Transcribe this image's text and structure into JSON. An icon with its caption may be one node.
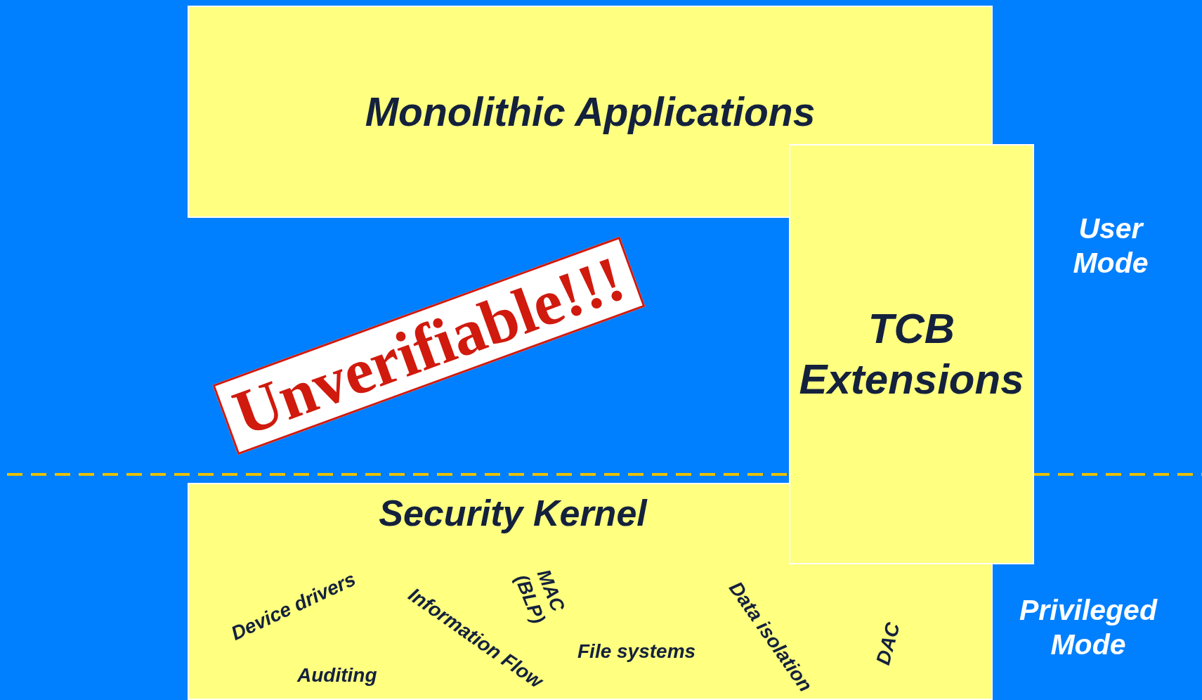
{
  "diagram": {
    "nodes": [
      {
        "text": [
          "Monolithic Applications"
        ]
      },
      {
        "text": [
          "TCB Extensions"
        ]
      },
      {
        "text": [
          "Security Kernel"
        ]
      }
    ],
    "labels": [
      "User Mode",
      "Unverifiable!!!",
      "Privileged Mode",
      "MAC (BLP)",
      "Device drivers",
      "Data isolation",
      "DAC",
      "Information Flow",
      "File systems",
      "Auditing"
    ]
  }
}
